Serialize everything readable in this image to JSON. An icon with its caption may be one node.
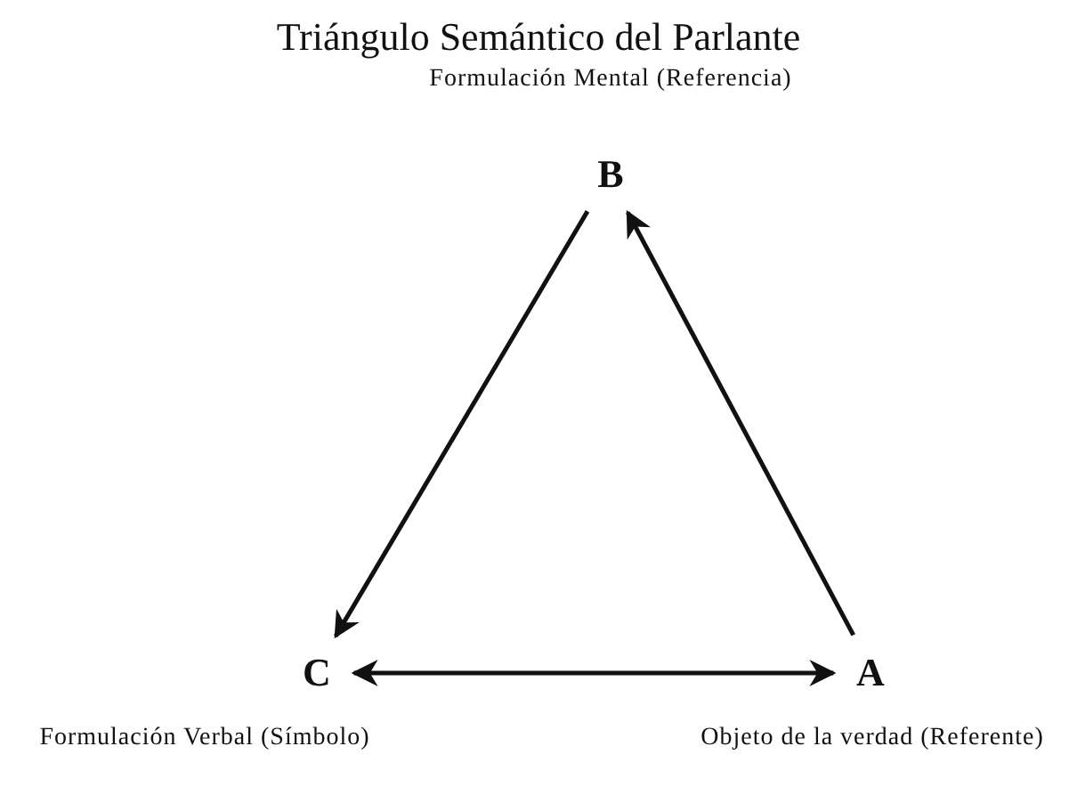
{
  "diagram": {
    "title": "Triángulo Semántico del Parlante",
    "nodes": [
      {
        "text": [
          "B"
        ],
        "beside": [
          "Formulación Mental (Referencia)"
        ]
      },
      {
        "text": [
          "C"
        ],
        "beside": [
          "Formulación Verbal (Símbolo)"
        ]
      },
      {
        "text": [
          "A"
        ],
        "beside": [
          "Objeto de la verdad (Referente)"
        ]
      }
    ],
    "edges": [
      {
        "from": 0,
        "to": 1,
        "arrow": "to"
      },
      {
        "from": 2,
        "to": 0,
        "arrow": "to"
      },
      {
        "from": 1,
        "to": 2,
        "arrow": "both"
      }
    ]
  }
}
